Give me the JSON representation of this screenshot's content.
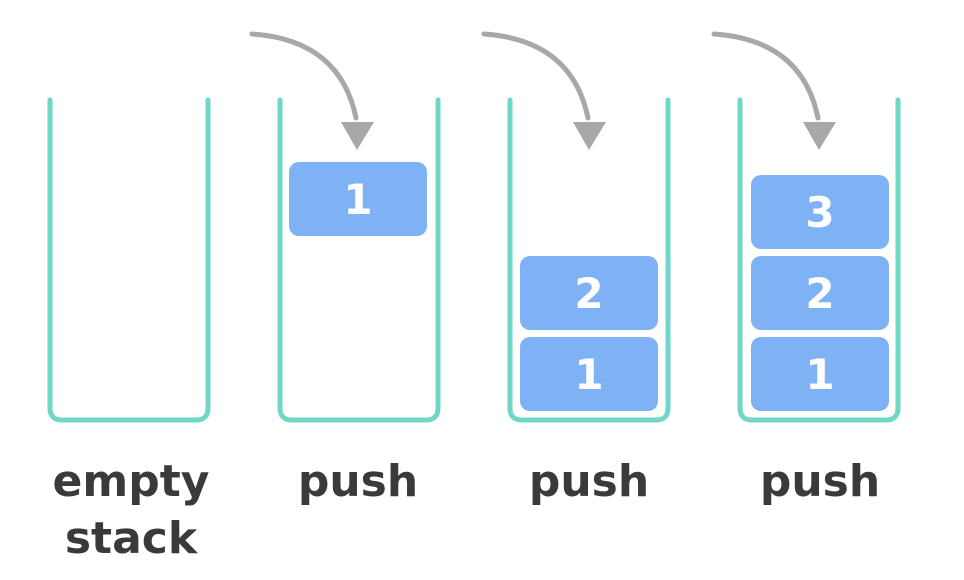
{
  "colors": {
    "container": "#6fd6c8",
    "block": "#7fb2f5",
    "block_text": "#ffffff",
    "arrow": "#a8a8a8",
    "caption": "#3a3a3a"
  },
  "stages": [
    {
      "caption_lines": [
        "empty",
        "stack"
      ],
      "has_arrow": false,
      "blocks": []
    },
    {
      "caption_lines": [
        "push"
      ],
      "has_arrow": true,
      "blocks": [
        "1"
      ]
    },
    {
      "caption_lines": [
        "push"
      ],
      "has_arrow": true,
      "blocks": [
        "1",
        "2"
      ]
    },
    {
      "caption_lines": [
        "push"
      ],
      "has_arrow": true,
      "blocks": [
        "1",
        "2",
        "3"
      ]
    }
  ]
}
